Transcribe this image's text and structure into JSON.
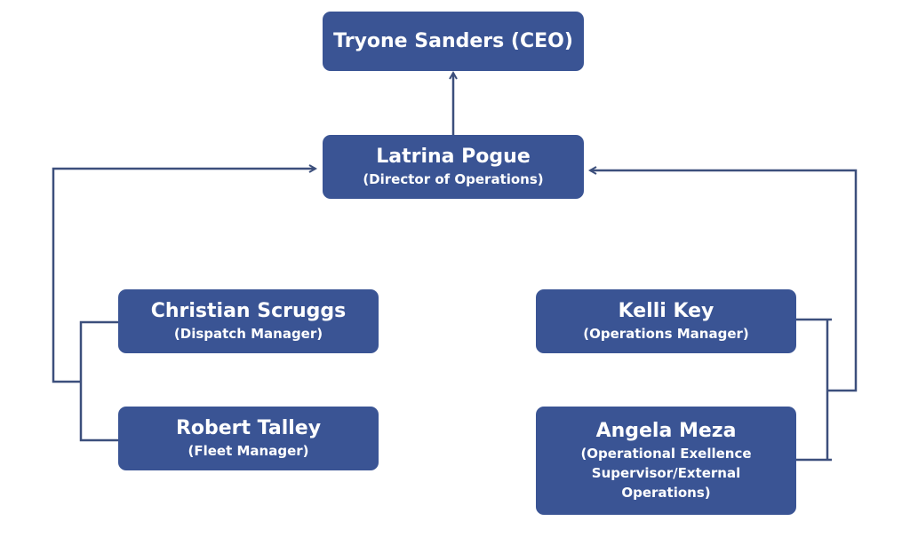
{
  "colors": {
    "box": "#3a5494",
    "line": "#3c4f7c",
    "text": "#ffffff"
  },
  "nodes": {
    "ceo": {
      "name": "Tryone Sanders (CEO)"
    },
    "director": {
      "name": "Latrina Pogue",
      "role": "(Director of Operations)"
    },
    "dispatch": {
      "name": "Christian Scruggs",
      "role": "(Dispatch Manager)"
    },
    "fleet": {
      "name": "Robert Talley",
      "role": "(Fleet Manager)"
    },
    "operations": {
      "name": "Kelli Key",
      "role": "(Operations Manager)"
    },
    "excellence": {
      "name": "Angela Meza",
      "role": "(Operational Exellence Supervisor/External Operations)"
    }
  }
}
